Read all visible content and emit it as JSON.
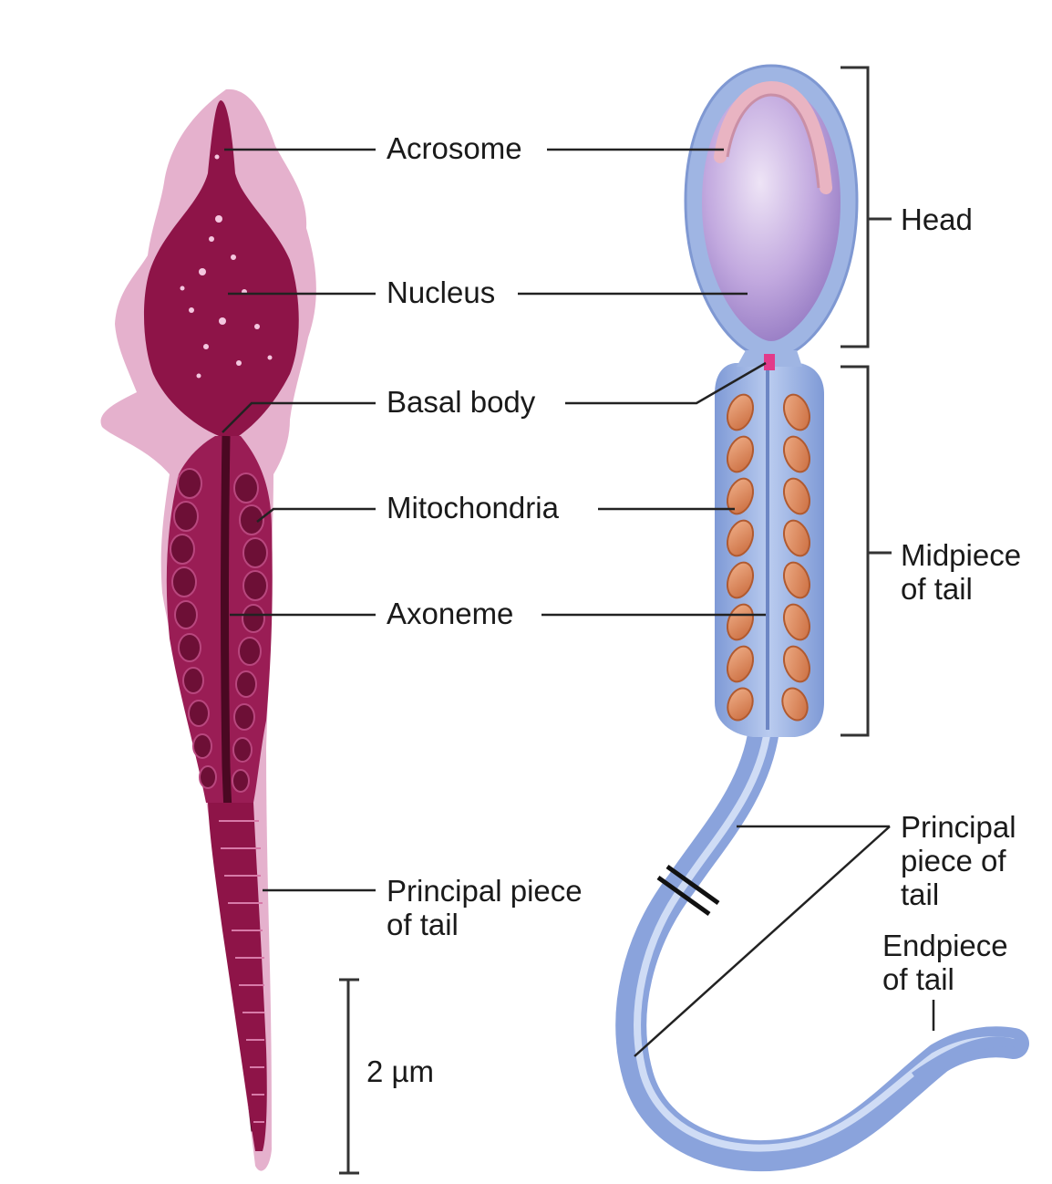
{
  "labels": {
    "acrosome": "Acrosome",
    "nucleus": "Nucleus",
    "basal_body": "Basal body",
    "mitochondria": "Mitochondria",
    "axoneme": "Axoneme",
    "principal_piece_left": "Principal piece\nof tail",
    "head": "Head",
    "midpiece": "Midpiece\nof tail",
    "principal_piece_right": "Principal\npiece of\ntail",
    "endpiece": "Endpiece\nof tail",
    "scale_bar": "2 µm"
  },
  "colors": {
    "micrograph_stain": "#8e1448",
    "micrograph_halo": "#e0a6c6",
    "cell_membrane": "#9fb5e3",
    "nucleus": "#b7a0d8",
    "acrosome": "#e8b2c0",
    "mitochondria": "#d8835a",
    "basal_body": "#e23a8a",
    "leader_line": "#222222"
  }
}
